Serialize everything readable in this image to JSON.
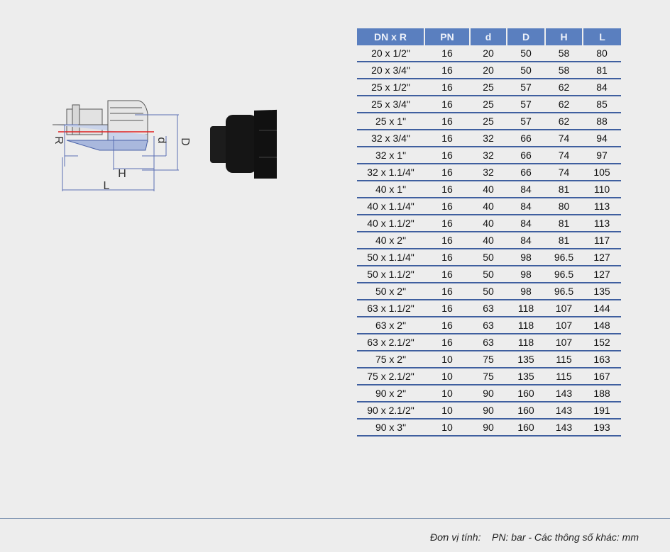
{
  "drawing": {
    "labels": {
      "R": "R",
      "d": "d",
      "D": "D",
      "H": "H",
      "L": "L"
    }
  },
  "table": {
    "headers": [
      "DN x R",
      "PN",
      "d",
      "D",
      "H",
      "L"
    ],
    "rows": [
      [
        "20 x 1/2\"",
        "16",
        "20",
        "50",
        "58",
        "80"
      ],
      [
        "20 x 3/4\"",
        "16",
        "20",
        "50",
        "58",
        "81"
      ],
      [
        "25 x 1/2\"",
        "16",
        "25",
        "57",
        "62",
        "84"
      ],
      [
        "25 x 3/4\"",
        "16",
        "25",
        "57",
        "62",
        "85"
      ],
      [
        "25 x 1\"",
        "16",
        "25",
        "57",
        "62",
        "88"
      ],
      [
        "32 x 3/4\"",
        "16",
        "32",
        "66",
        "74",
        "94"
      ],
      [
        "32 x 1\"",
        "16",
        "32",
        "66",
        "74",
        "97"
      ],
      [
        "32 x 1.1/4\"",
        "16",
        "32",
        "66",
        "74",
        "105"
      ],
      [
        "40 x 1\"",
        "16",
        "40",
        "84",
        "81",
        "110"
      ],
      [
        "40 x 1.1/4\"",
        "16",
        "40",
        "84",
        "80",
        "113"
      ],
      [
        "40 x 1.1/2\"",
        "16",
        "40",
        "84",
        "81",
        "113"
      ],
      [
        "40 x 2\"",
        "16",
        "40",
        "84",
        "81",
        "117"
      ],
      [
        "50 x 1.1/4\"",
        "16",
        "50",
        "98",
        "96.5",
        "127"
      ],
      [
        "50 x 1.1/2\"",
        "16",
        "50",
        "98",
        "96.5",
        "127"
      ],
      [
        "50 x 2\"",
        "16",
        "50",
        "98",
        "96.5",
        "135"
      ],
      [
        "63 x 1.1/2\"",
        "16",
        "63",
        "118",
        "107",
        "144"
      ],
      [
        "63 x 2\"",
        "16",
        "63",
        "118",
        "107",
        "148"
      ],
      [
        "63 x 2.1/2\"",
        "16",
        "63",
        "118",
        "107",
        "152"
      ],
      [
        "75 x 2\"",
        "10",
        "75",
        "135",
        "115",
        "163"
      ],
      [
        "75 x 2.1/2\"",
        "10",
        "75",
        "135",
        "115",
        "167"
      ],
      [
        "90 x 2\"",
        "10",
        "90",
        "160",
        "143",
        "188"
      ],
      [
        "90 x 2.1/2\"",
        "10",
        "90",
        "160",
        "143",
        "191"
      ],
      [
        "90 x 3\"",
        "10",
        "90",
        "160",
        "143",
        "193"
      ]
    ]
  },
  "footer": {
    "note": "Đơn vị tính:    PN: bar - Các thông số khác: mm"
  },
  "colors": {
    "header_bg": "#5a7fbf",
    "row_line": "#3f5f9f",
    "background": "#ededed"
  }
}
